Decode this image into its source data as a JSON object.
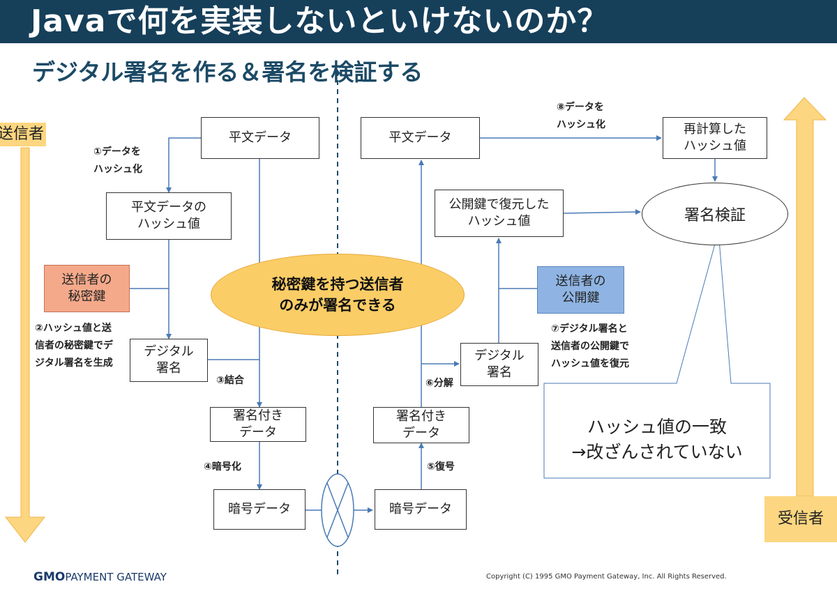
{
  "header": {
    "title": "Javaで何を実装しないといけないのか？",
    "subtitle": "デジタル署名を作る＆署名を検証する"
  },
  "sides": {
    "sender": "送信者",
    "receiver": "受信者"
  },
  "sender_flow": {
    "plaintext": "平文データ",
    "plaintext_hash": "平文データの\nハッシュ値",
    "private_key": "送信者の\n秘密鍵",
    "digital_signature": "デジタル\n署名",
    "signed_data": "署名付き\nデータ",
    "encrypted_data": "暗号データ",
    "step1": "①データを\nハッシュ化",
    "step2": "②ハッシュ値と送\n信者の秘密鍵でデ\nジタル署名を生成",
    "step3": "③結合",
    "step4": "④暗号化"
  },
  "receiver_flow": {
    "encrypted_data": "暗号データ",
    "signed_data": "署名付き\nデータ",
    "digital_signature": "デジタル\n署名",
    "public_key": "送信者の\n公開鍵",
    "restored_hash": "公開鍵で復元した\nハッシュ値",
    "plaintext": "平文データ",
    "recomputed_hash": "再計算した\nハッシュ値",
    "verify": "署名検証",
    "step5": "⑤復号",
    "step6": "⑥分解",
    "step7": "⑦デジタル署名と\n送信者の公開鍵で\nハッシュ値を復元",
    "step8": "⑧データを\nハッシュ化"
  },
  "notes": {
    "private_key_note": "秘密鍵を持つ送信者\nのみが署名できる",
    "callout": "ハッシュ値の一致\n→改ざんされていない"
  },
  "footer": {
    "logo_mark": "GMO",
    "logo_text": "PAYMENT GATEWAY",
    "copyright": "Copyright (C) 1995 GMO Payment Gateway, Inc. All Rights Reserved."
  },
  "colors": {
    "header_bg": "#163f5a",
    "private_key_fill": "#f4a98a",
    "public_key_fill": "#8fb4e3",
    "note_fill": "#fbcd66",
    "arrow_line": "#4a7ab5",
    "side_arrow": "#fcd680"
  }
}
